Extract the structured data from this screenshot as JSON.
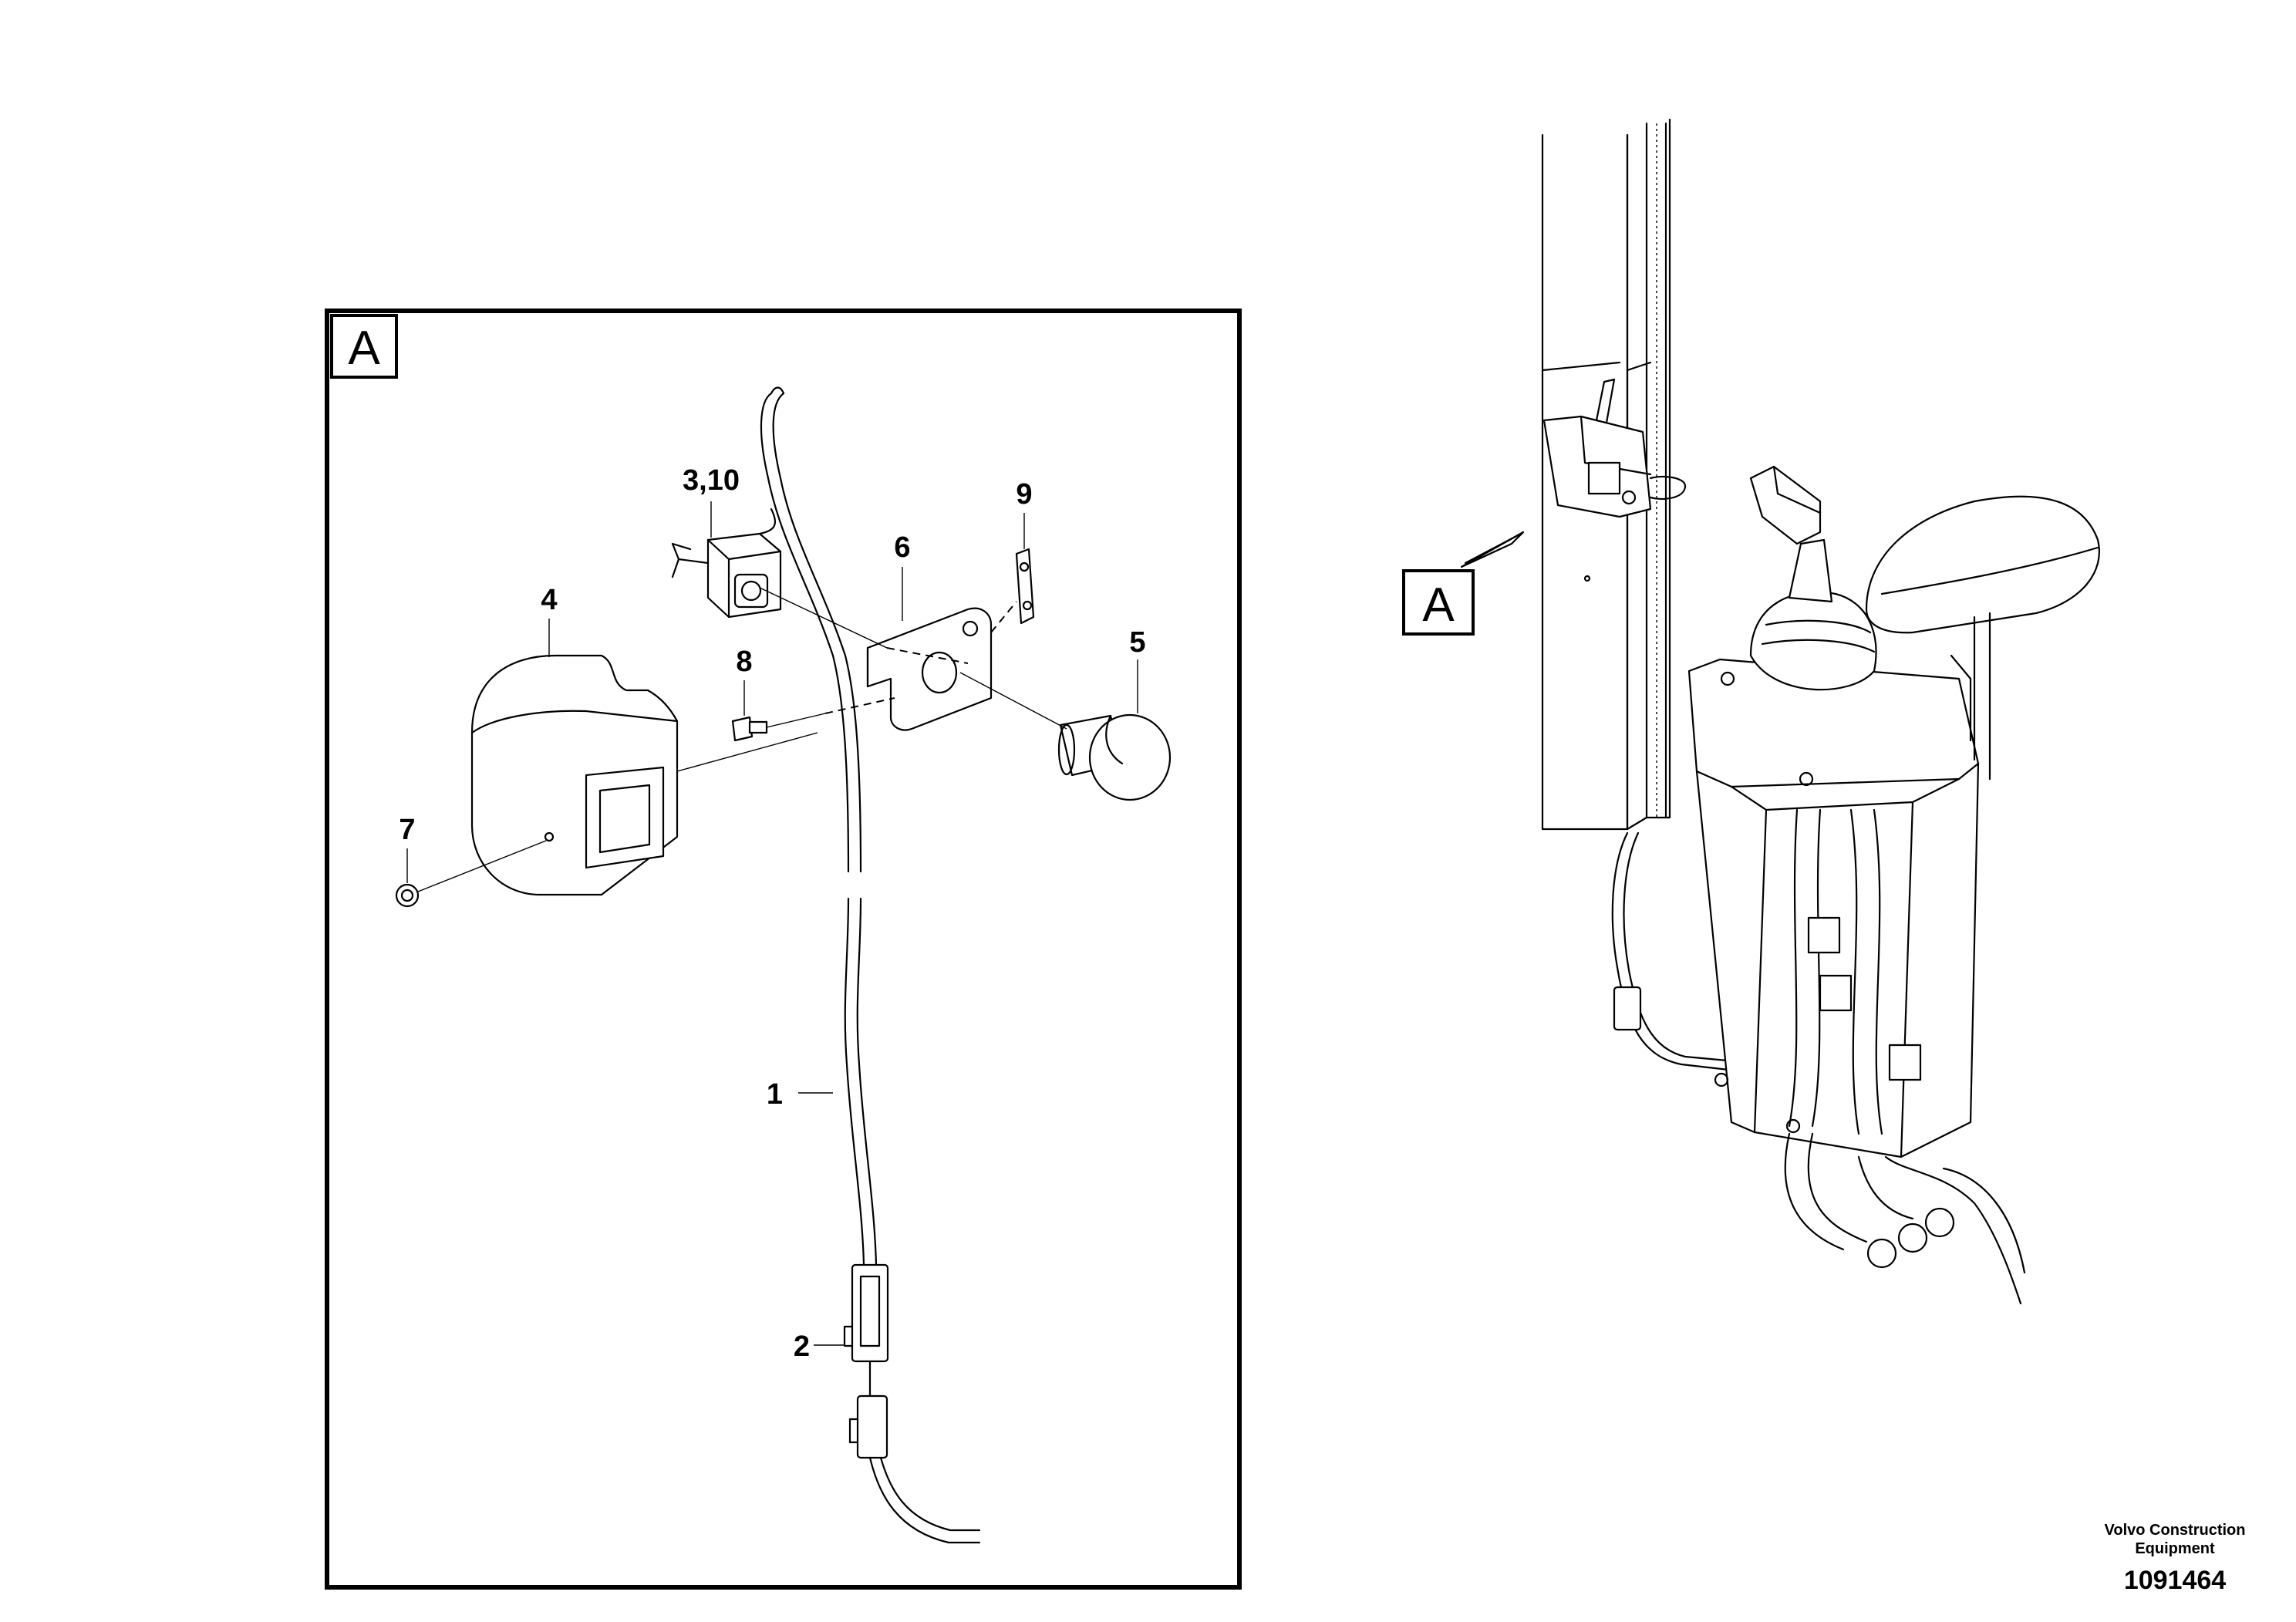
{
  "detail_view": {
    "frame_label": "A",
    "callouts": [
      {
        "id": "cable",
        "label": "1"
      },
      {
        "id": "connector",
        "label": "2"
      },
      {
        "id": "switch",
        "label": "3,10"
      },
      {
        "id": "cover",
        "label": "4"
      },
      {
        "id": "push-button",
        "label": "5"
      },
      {
        "id": "bracket",
        "label": "6"
      },
      {
        "id": "screw",
        "label": "7"
      },
      {
        "id": "bolt",
        "label": "8"
      },
      {
        "id": "clip",
        "label": "9"
      }
    ]
  },
  "overview": {
    "view_marker": "A"
  },
  "footer": {
    "brand_line1": "Volvo Construction",
    "brand_line2": "Equipment",
    "document_number": "1091464"
  }
}
